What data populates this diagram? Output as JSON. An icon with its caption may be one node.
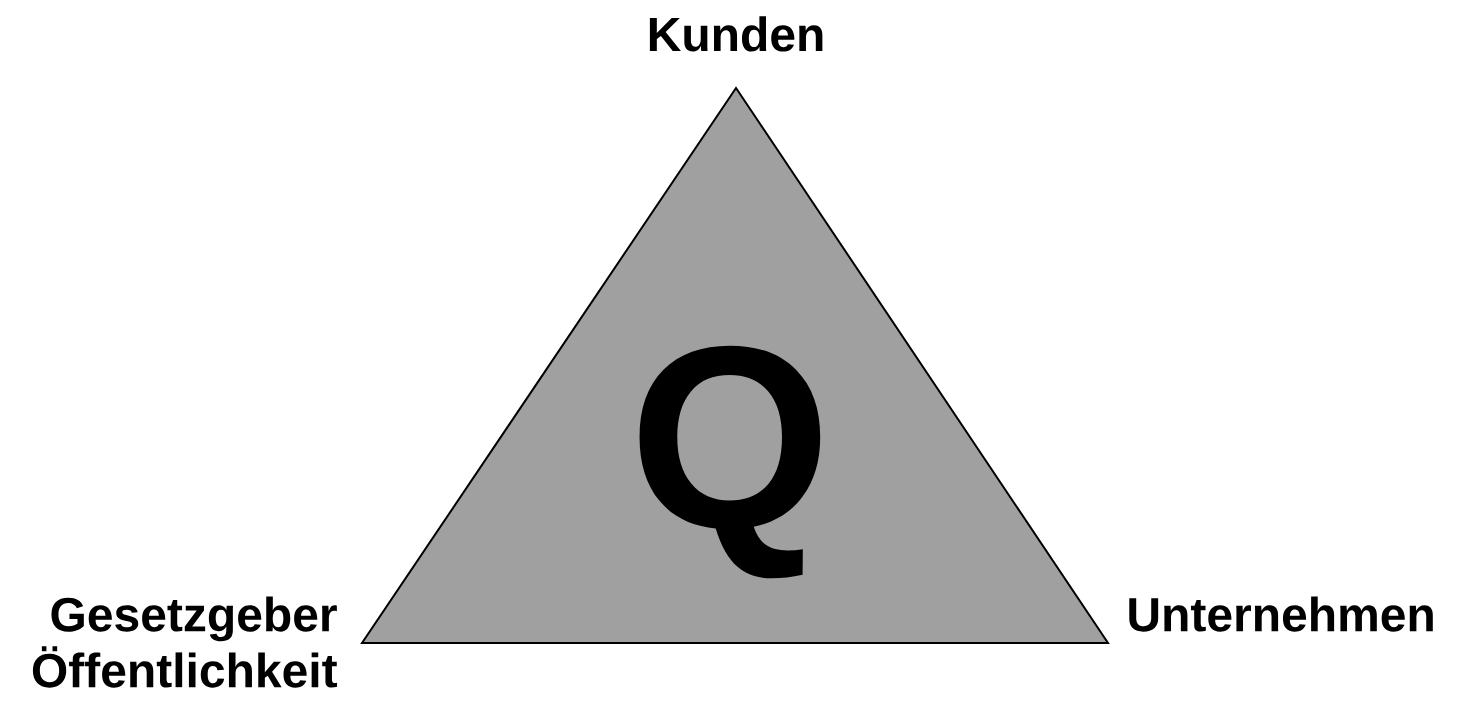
{
  "diagram": {
    "nodes": [
      {
        "text": [
          "Q"
        ],
        "beside": [
          "Kunden",
          "Gesetzgeber Öffentlichkeit",
          "Unternehmen"
        ]
      }
    ]
  }
}
